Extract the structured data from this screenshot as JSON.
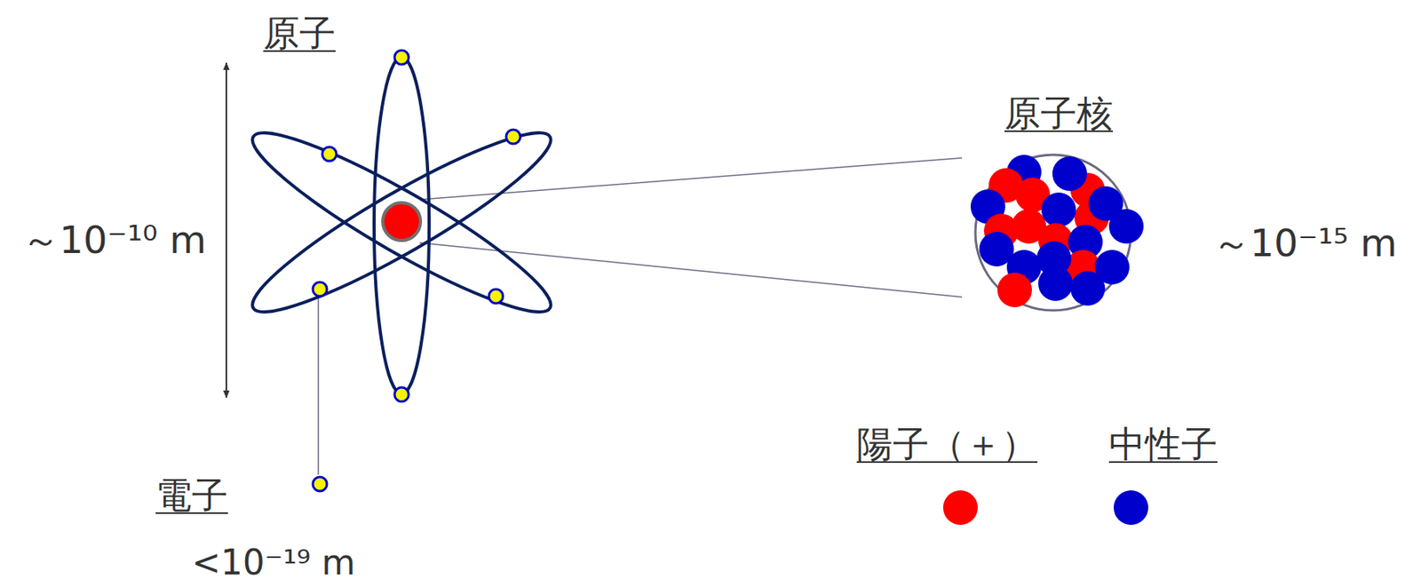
{
  "diagram": {
    "labels": [
      "原子",
      "～10⁻¹⁰ m",
      "電子",
      "<10⁻¹⁹ m",
      "原子核",
      "～10⁻¹⁵ m"
    ],
    "legend": [
      {
        "text": "陽子（＋）",
        "color": "#ff0000"
      },
      {
        "text": "中性子",
        "color": "#0000cc"
      }
    ]
  }
}
